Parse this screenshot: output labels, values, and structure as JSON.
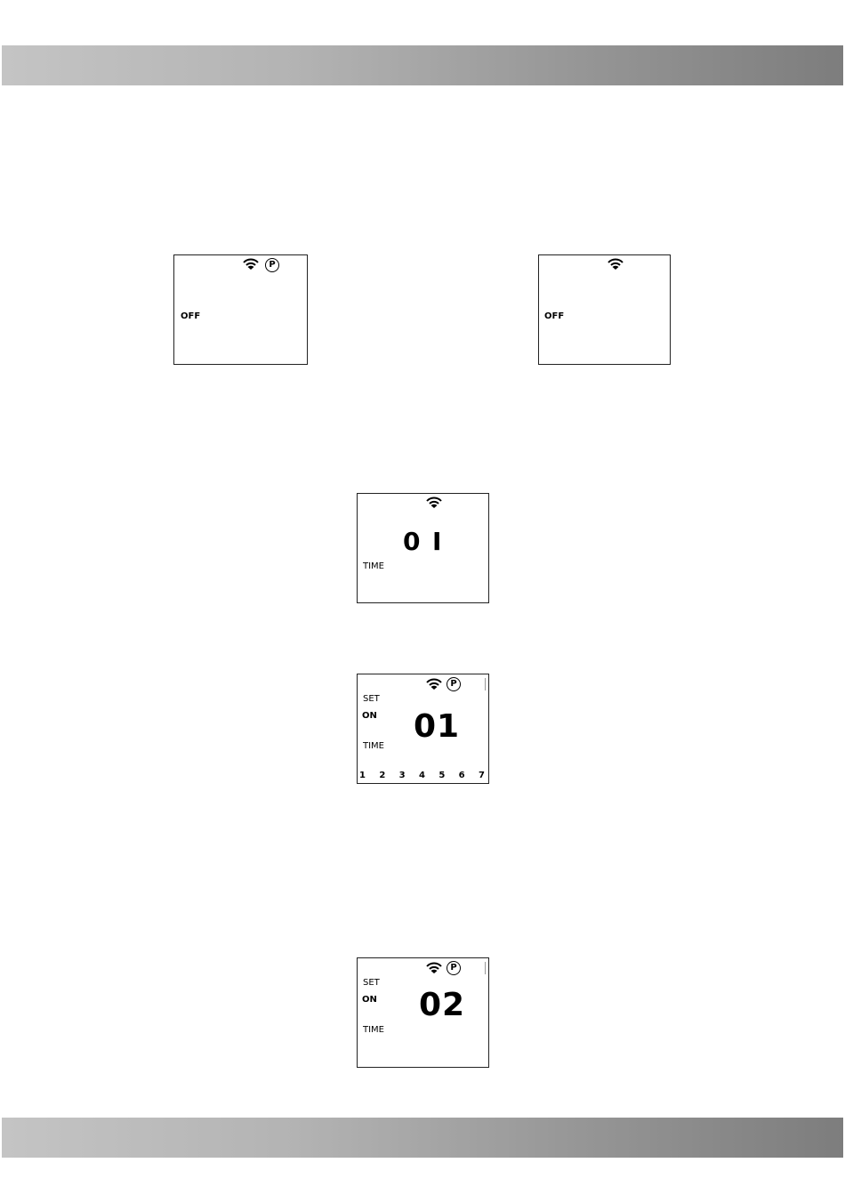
{
  "screens": [
    {
      "id": "screen-1",
      "label": "OFF",
      "p_icon": "P"
    },
    {
      "id": "screen-2",
      "label": "OFF"
    },
    {
      "id": "screen-3",
      "digit_a": "0",
      "digit_b": "I",
      "label": "TIME"
    },
    {
      "id": "screen-4",
      "set": "SET",
      "on": "ON",
      "number": "01",
      "label": "TIME",
      "p_icon": "P",
      "days": [
        "1",
        "2",
        "3",
        "4",
        "5",
        "6",
        "7"
      ]
    },
    {
      "id": "screen-5",
      "set": "SET",
      "on": "ON",
      "number": "02",
      "label": "TIME",
      "p_icon": "P"
    }
  ],
  "icons": {
    "wifi": "wifi-icon",
    "program": "program-p-icon"
  },
  "colors": {
    "band_light": "#c4c4c4",
    "band_dark": "#7d7d7d",
    "lcd_border": "#222222"
  }
}
